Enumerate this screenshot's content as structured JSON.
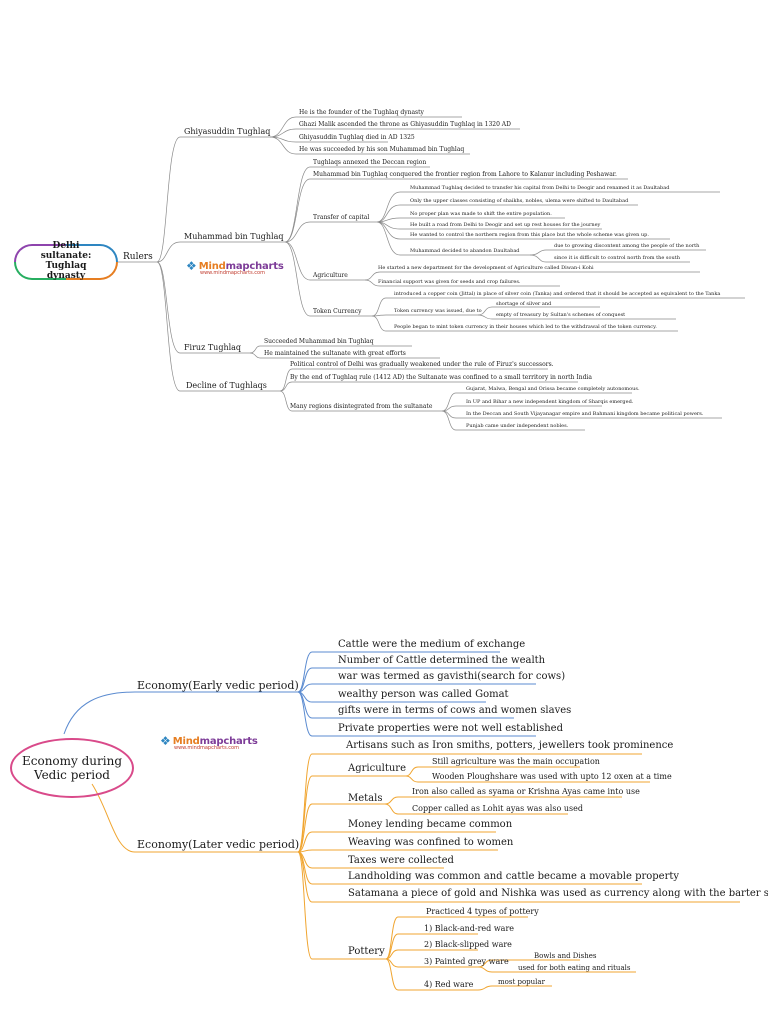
{
  "map1": {
    "root": "Delhi sultanate: Tughlaq dynasty",
    "rulers": "Rulers",
    "logo": {
      "brand_a": "Mind",
      "brand_b": "mapcharts",
      "url": "www.mindmapcharts.com"
    },
    "ghiyas": {
      "label": "Ghiyasuddin Tughlaq",
      "items": [
        "He is the founder of the Tughlaq dynasty",
        "Ghazi Malik ascended the throne as Ghiyasuddin Tughlaq in 1320 AD",
        "Ghiyasuddin Tughlaq died in AD 1325",
        "He was succeeded by his son Muhammad bin Tughlaq"
      ]
    },
    "muhammad": {
      "label": "Muhammad bin Tughlaq",
      "items": [
        "Tughlaqs annexed the Deccan region",
        "Muhammad bin Tughlaq conquered the frontier region from Lahore to Kalanur including Peshawar."
      ],
      "capital": {
        "label": "Transfer of capital",
        "items": [
          "Muhammad Tughlaq decided to transfer his capital from Delhi to Deogir and renamed it as Daultabad",
          "Only the upper classes consisting of shaikhs, nobles, ulema were shifted to Daultabad",
          "No proper plan was made to shift the entire population.",
          "He built a road from Delhi to Deogir and set up rest houses for the journey",
          "He wanted to control the northern region from this place but the whole scheme was given up."
        ],
        "abandon": "Muhammad decided to abandon Daultabad",
        "abandon_items": [
          "due to growing discontent among the people of the north",
          "since it is difficult to control north from the south"
        ]
      },
      "agri": {
        "label": "Agriculture",
        "items": [
          "He started a new department for the development of Agriculture called Diwan-i Kohi",
          "Financial support was given for seeds and crop failures."
        ]
      },
      "token": {
        "label": "Token Currency",
        "items": [
          "introduced a copper coin (Jittal) in place of silver coin (Tanka) and ordered that it should be accepted as equivalent to the Tanka"
        ],
        "issued": "Token currency was issued, due to",
        "issued_items": [
          "shortage of silver and",
          "empty of treasury by Sultan's schemes of conquest"
        ],
        "last": "People began to mint token currency in their houses which led to the withdrawal of the token currency."
      }
    },
    "firuz": {
      "label": "Firuz Tughlaq",
      "items": [
        "Succeeded Muhammad bin Tughlaq",
        "He maintained the sultanate with great efforts"
      ]
    },
    "decline": {
      "label": "Decline of Tughlaqs",
      "items": [
        "Political control of Delhi was gradually weakened under the rule of Firuz's successors.",
        "By the end of Tughlaq rule (1412 AD) the Sultanate was confined to a small territory in north India"
      ],
      "regions": "Many regions disintegrated from the sultanate",
      "region_items": [
        "Gujarat, Malwa, Bengal and Orissa became completely autonomous.",
        "In UP and Bihar a new independent kingdom of Sharqis emerged.",
        "In the Deccan and South Vijayanagar empire and Bahmani kingdom became political powers.",
        "Punjab came under independent nobles."
      ]
    }
  },
  "map2": {
    "root_line1": "Economy during",
    "root_line2": "Vedic period",
    "logo": {
      "brand_a": "Mind",
      "brand_b": "mapcharts",
      "url": "www.mindmapcharts.com"
    },
    "early": {
      "label": "Economy(Early vedic period)",
      "items": [
        "Cattle were the medium of exchange",
        "Number of Cattle determined the wealth",
        "war was termed as gavisthi(search for cows)",
        "wealthy person was called Gomat",
        "gifts were in terms of cows and women slaves",
        "Private properties were not well established"
      ]
    },
    "later": {
      "label": "Economy(Later vedic period)",
      "artisans": "Artisans such as Iron smiths, potters, jewellers took prominence",
      "agri": {
        "label": "Agriculture",
        "items": [
          "Still agriculture was the main occupation",
          "Wooden Ploughshare was used with upto 12 oxen at a time"
        ]
      },
      "metals": {
        "label": "Metals",
        "items": [
          "Iron also called as syama or Krishna Ayas came into use",
          "Copper called as Lohit ayas was also used"
        ]
      },
      "items": [
        "Money lending became common",
        "Weaving was confined to women",
        "Taxes were collected",
        "Landholding was common and cattle became a movable property",
        "Satamana a piece of gold and Nishka was used as currency along with the barter system"
      ],
      "pottery": {
        "label": "Pottery",
        "items": [
          "Practiced 4 types of pottery",
          "1) Black-and-red ware",
          "2) Black-slipped ware",
          "3) Painted grey ware",
          "4) Red ware"
        ],
        "grey_items": [
          "Bowls and Dishes",
          "used for both eating and rituals"
        ],
        "red_item": "most popular"
      }
    }
  },
  "colors": {
    "blue": "#5b8bd0",
    "orange": "#f0a530",
    "grey": "#8a8a8a"
  }
}
